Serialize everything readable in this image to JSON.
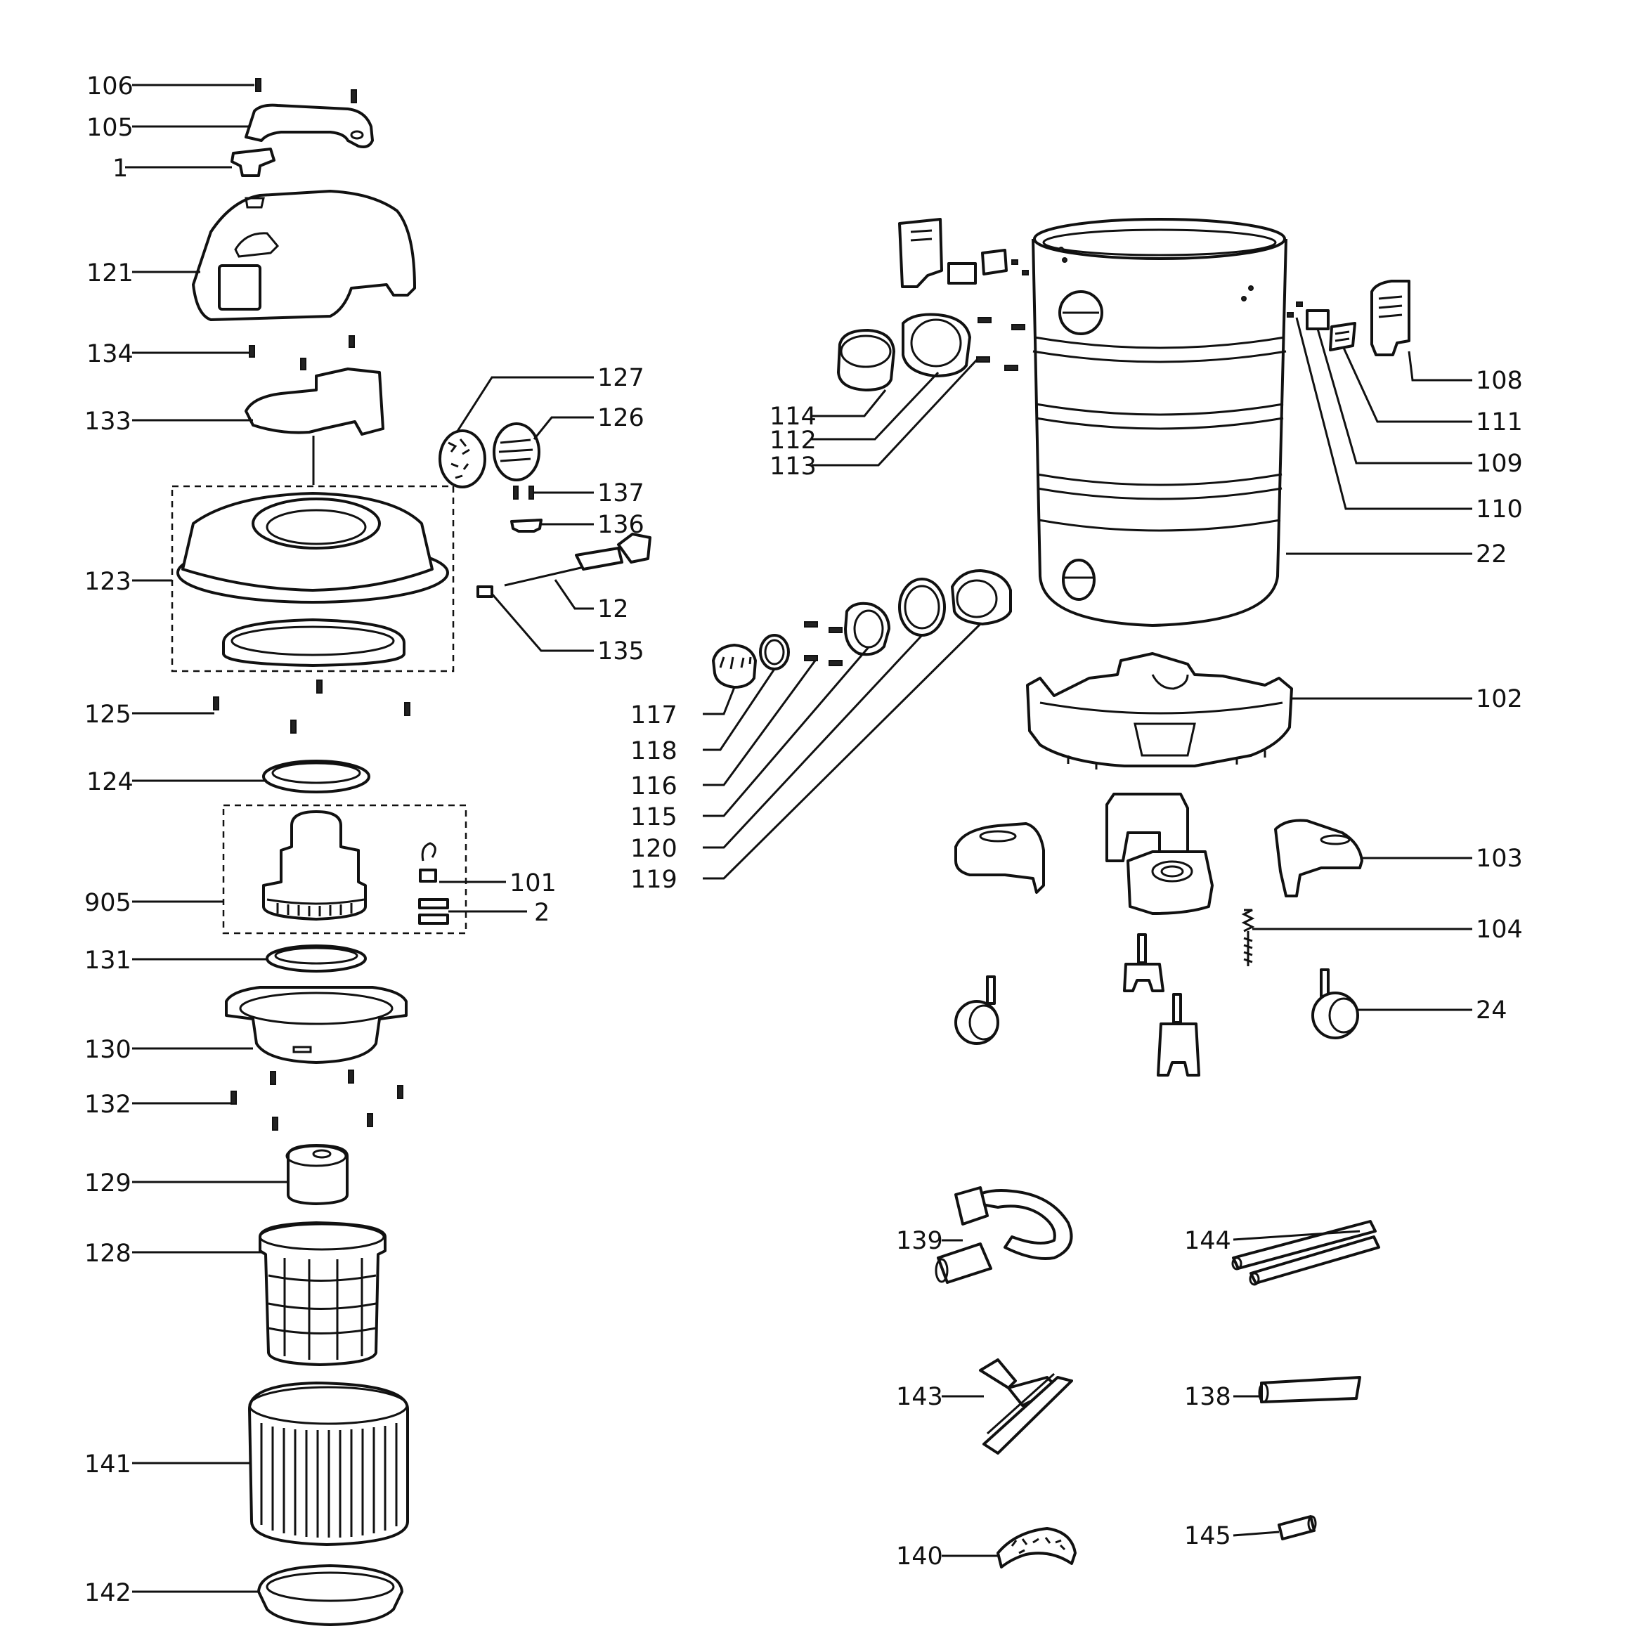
{
  "diagram": {
    "labels": {
      "106": "106",
      "105": "105",
      "1": "1",
      "121": "121",
      "134": "134",
      "133": "133",
      "127": "127",
      "126": "126",
      "137": "137",
      "136": "136",
      "123": "123",
      "12": "12",
      "135": "135",
      "125": "125",
      "124": "124",
      "101": "101",
      "905": "905",
      "2": "2",
      "131": "131",
      "130": "130",
      "132": "132",
      "129": "129",
      "128": "128",
      "141": "141",
      "142": "142",
      "114": "114",
      "112": "112",
      "113": "113",
      "108": "108",
      "111": "111",
      "109": "109",
      "110": "110",
      "22": "22",
      "117": "117",
      "118": "118",
      "116": "116",
      "115": "115",
      "120": "120",
      "119": "119",
      "102": "102",
      "103": "103",
      "104": "104",
      "24": "24",
      "139": "139",
      "144": "144",
      "143": "143",
      "138": "138",
      "140": "140",
      "145": "145"
    }
  }
}
